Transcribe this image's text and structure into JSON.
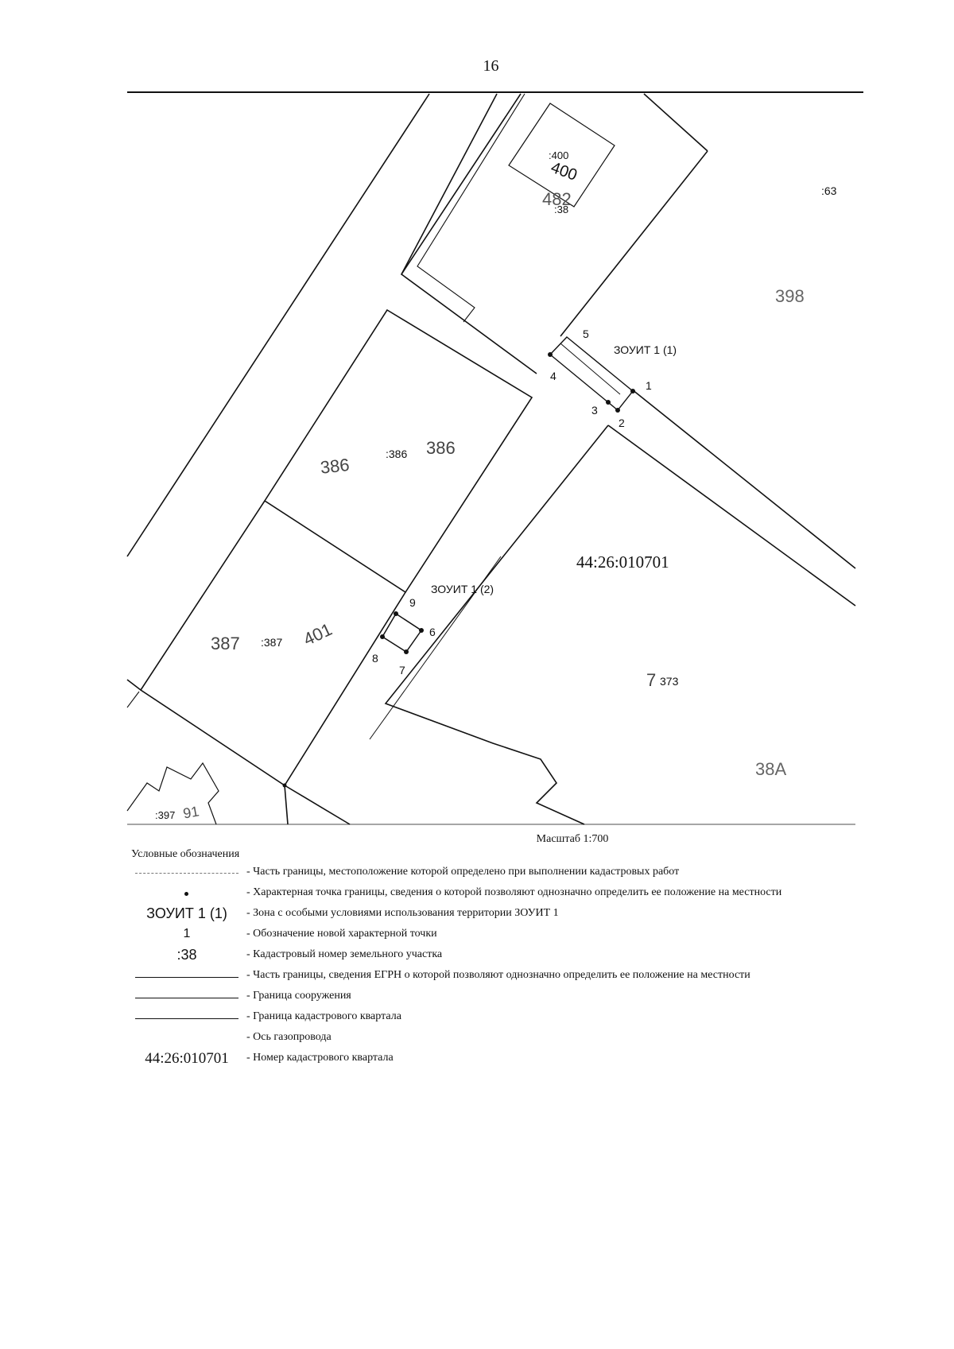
{
  "page_number": "16",
  "map": {
    "labels": {
      "plot_400_a": ":400",
      "plot_400_b": "400",
      "plot_38_num": "482",
      "plot_38": ":38",
      "plot_63": ":63",
      "plot_398": "398",
      "zone_1": "ЗОУИТ 1 (1)",
      "zone_2": "ЗОУИТ 1 (2)",
      "point_1": "1",
      "point_2": "2",
      "point_3": "3",
      "point_4": "4",
      "point_5": "5",
      "point_6": "6",
      "point_7": "7",
      "point_8": "8",
      "point_9": "9",
      "plot_386_a": "386",
      "plot_386": ":386",
      "plot_386_b": "386",
      "quarter": "44:26:010701",
      "plot_387_a": "387",
      "plot_387": ":387",
      "plot_401": "401",
      "plot_373_a": "7",
      "plot_373": "373",
      "plot_38a": "38А",
      "plot_397": ":397",
      "plot_397_b": "91"
    },
    "scale": "Масштаб 1:700"
  },
  "legend": {
    "title": "Условные обозначения",
    "items": [
      {
        "symbol": "",
        "text": "- Часть границы, местоположение которой определено при выполнении кадастровых работ"
      },
      {
        "symbol": "",
        "text": "- Характерная точка границы, сведения о которой позволяют однозначно определить ее положение на местности"
      },
      {
        "symbol": "ЗОУИТ 1 (1)",
        "text": "- Зона с особыми условиями использования территории ЗОУИТ 1"
      },
      {
        "symbol": "1",
        "text": "- Обозначение новой характерной точки"
      },
      {
        "symbol": ":38",
        "text": "- Кадастровый номер земельного участка"
      },
      {
        "symbol": "",
        "text": "- Часть границы, сведения ЕГРН о которой позволяют однозначно определить ее положение на местности"
      },
      {
        "symbol": "",
        "text": "- Граница сооружения"
      },
      {
        "symbol": "",
        "text": "- Граница кадастрового квартала"
      },
      {
        "symbol": "",
        "text": "- Ось газопровода"
      },
      {
        "symbol": "44:26:010701",
        "text": "- Номер кадастрового квартала"
      }
    ]
  }
}
